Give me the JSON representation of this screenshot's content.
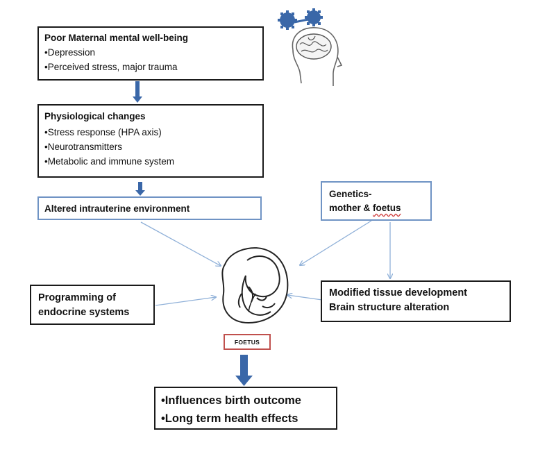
{
  "box_maternal": {
    "title": "Poor Maternal mental well-being",
    "items": [
      "•Depression",
      "•Perceived stress, major trauma"
    ]
  },
  "box_physiological": {
    "title": "Physiological changes",
    "items": [
      "•Stress response (HPA axis)",
      "•Neurotransmitters",
      "•Metabolic and immune system"
    ]
  },
  "box_intrauterine": {
    "title": "Altered intrauterine environment"
  },
  "box_genetics": {
    "line1": "Genetics-",
    "line2a": "mother & ",
    "line2b": "foetus"
  },
  "box_tissue": {
    "line1": "Modified tissue development",
    "line2": "Brain structure alteration"
  },
  "box_endocrine": {
    "line1": "Programming of",
    "line2": "endocrine systems"
  },
  "foetus_label": "FOETUS",
  "box_outcome": {
    "line1": "•Influences birth outcome",
    "line2": "•Long term health effects"
  },
  "colors": {
    "arrow_blue": "#3a67a8",
    "line_blue": "#8fb0d8",
    "border_blue": "#6f93c4",
    "border_red": "#c0504d"
  },
  "icons": {
    "head": "head-brain-icon",
    "foetus": "foetus-icon"
  }
}
